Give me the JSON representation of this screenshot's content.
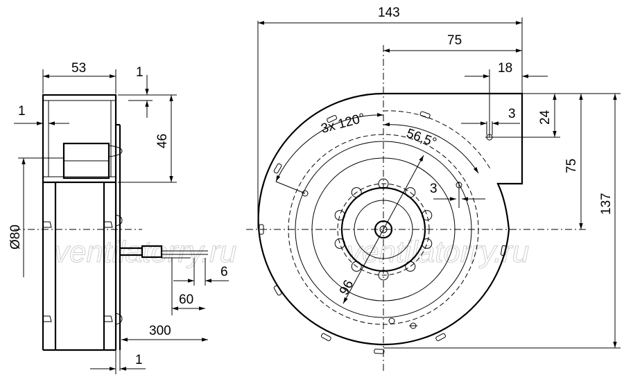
{
  "diagram": {
    "watermark": [
      "ventilatorry.ru",
      "ventilatorry.ru"
    ],
    "side_view": {
      "width": "53",
      "top_gap": "1",
      "wall": "1",
      "height": "46",
      "diameter": "Ø80",
      "cable_length": "300",
      "strip_length": "60",
      "wire_end": "6",
      "flange": "1"
    },
    "front_view": {
      "overall_width": "143",
      "outlet_offset": "75",
      "outlet_hole": "18",
      "hole_dia_top": "3",
      "outlet_height": "24",
      "center_to_outlet": "75",
      "overall_height": "137",
      "holes_pattern": "3x 120°",
      "hole_angle": "56,5°",
      "hole_dia_side": "3",
      "pitch_circle": "96"
    }
  }
}
